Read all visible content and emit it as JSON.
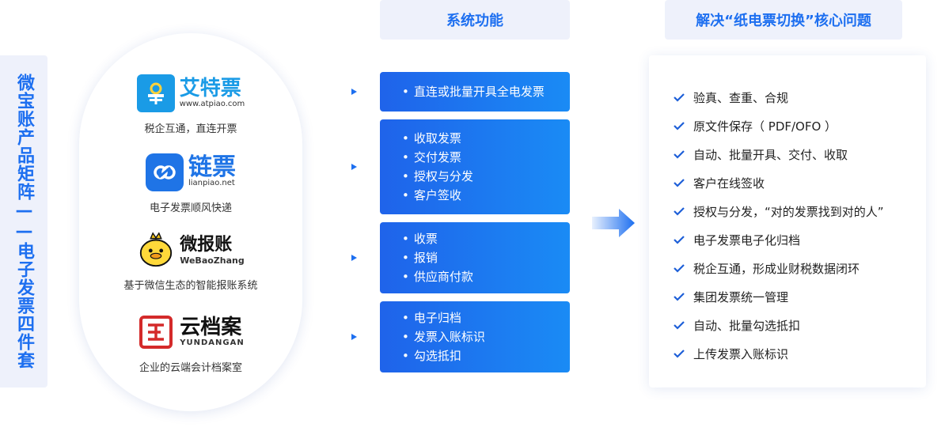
{
  "side_label": "微宝账产品矩阵——电子发票四件套",
  "products": [
    {
      "logo_cn": "艾特票",
      "logo_en": "www.atpiao.com",
      "desc": "税企互通，直连开票",
      "brand_color": "#1a9be6"
    },
    {
      "logo_cn": "链票",
      "logo_en": "lianpiao.net",
      "desc": "电子发票顺风快递",
      "brand_color": "#1f74e6"
    },
    {
      "logo_cn": "微报账",
      "logo_en": "WeBaoZhang",
      "desc": "基于微信生态的智能报账系统",
      "brand_color": "#111111"
    },
    {
      "logo_cn": "云档案",
      "logo_en": "YUNDANGAN",
      "desc": "企业的云端会计档案室",
      "brand_color": "#d42a2a"
    }
  ],
  "features_header": "系统功能",
  "features": [
    {
      "items": [
        "直连或批量开具全电发票"
      ]
    },
    {
      "items": [
        "收取发票",
        "交付发票",
        "授权与分发",
        "客户签收"
      ]
    },
    {
      "items": [
        "收票",
        "报销",
        "供应商付款"
      ]
    },
    {
      "items": [
        "电子归档",
        "发票入账标识",
        "勾选抵扣"
      ]
    }
  ],
  "issues_header": "解决“纸电票切换”核心问题",
  "issues": [
    "验真、查重、合规",
    "原文件保存（ PDF/OFO ）",
    "自动、批量开具、交付、收取",
    "客户在线签收",
    "授权与分发，“对的发票找到对的人”",
    "电子发票电子化归档",
    "税企互通，形成业财税数据闭环",
    "集团发票统一管理",
    "自动、批量勾选抵扣",
    "上传发票入账标识"
  ],
  "colors": {
    "accent": "#1d6ff0",
    "panel_bg": "#eef1fb",
    "check": "#1d5fd8"
  }
}
